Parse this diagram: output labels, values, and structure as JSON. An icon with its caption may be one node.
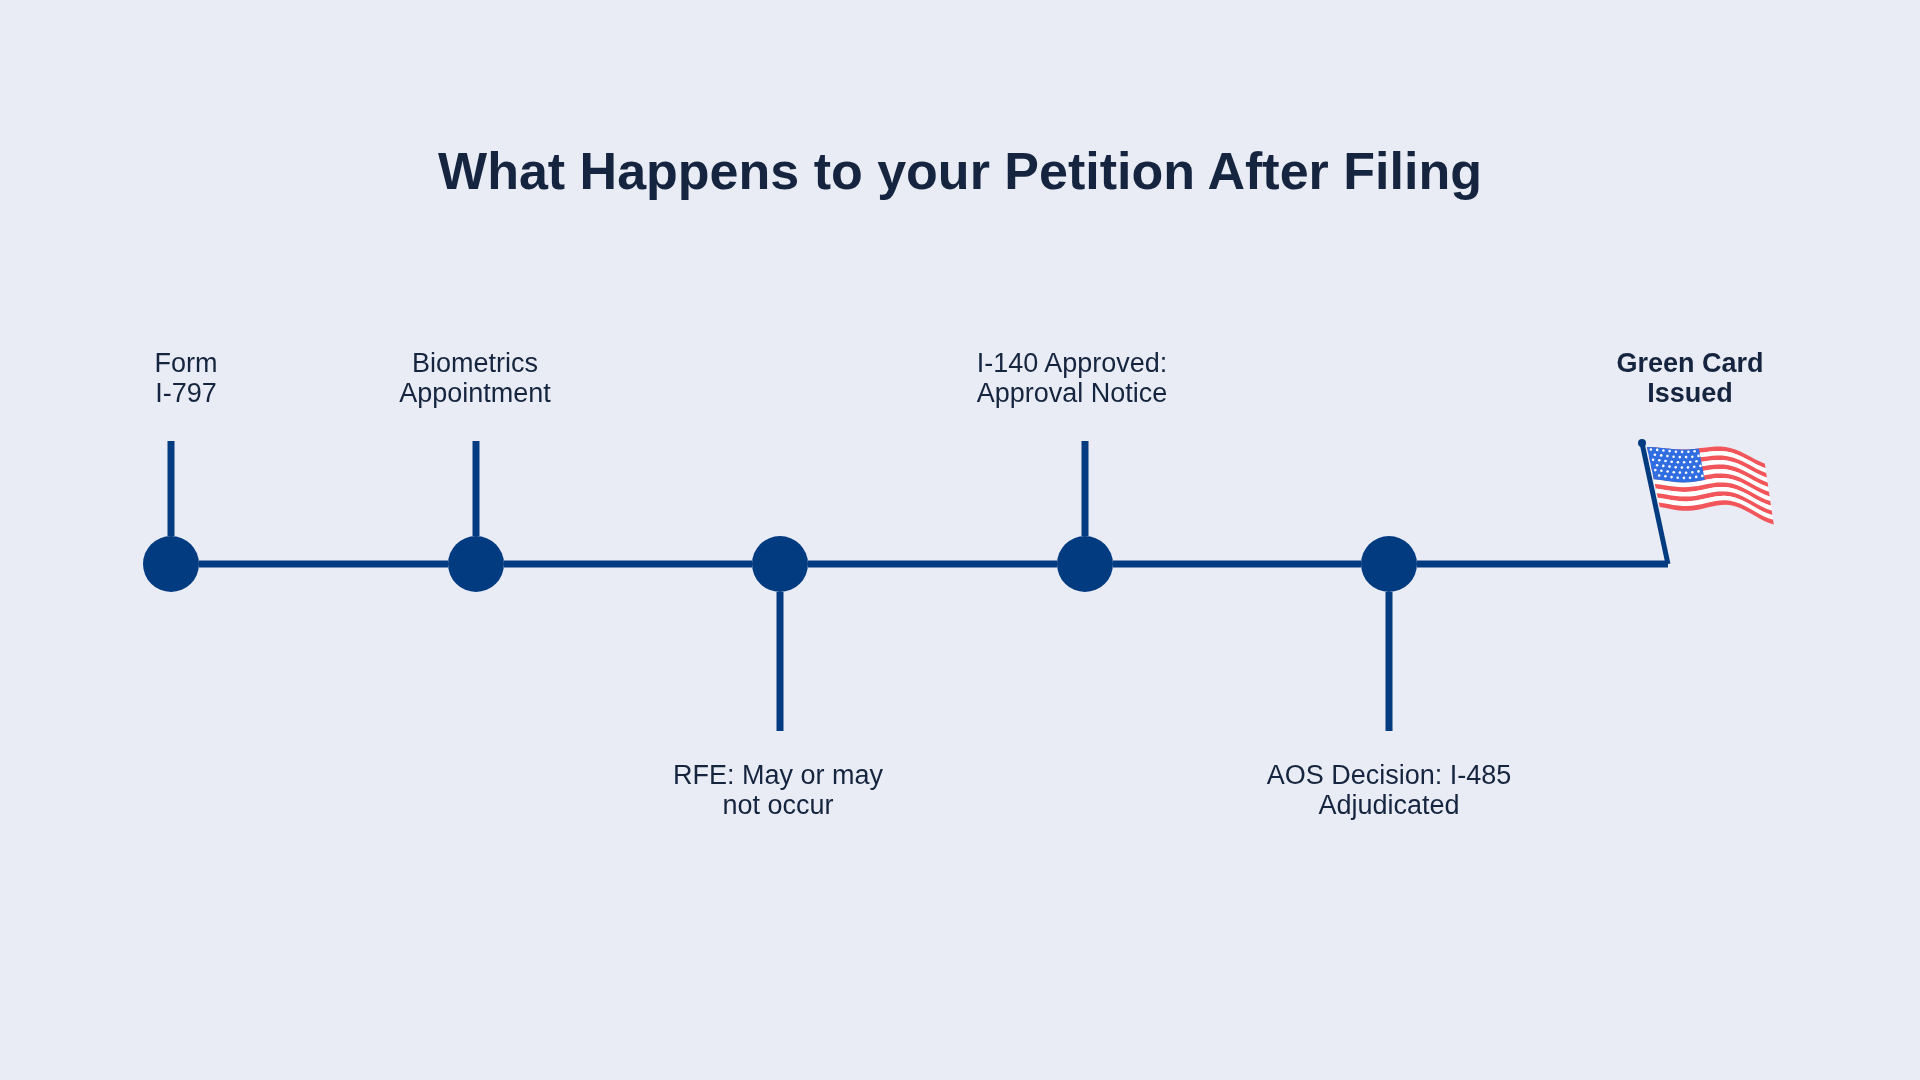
{
  "diagram": {
    "title": "What Happens to your Petition After Filing",
    "nodes": [
      {
        "text": [
          "Form I-797"
        ]
      },
      {
        "text": [],
        "shape": "circle"
      },
      {
        "text": [
          "Biometrics Appointment"
        ]
      },
      {
        "text": [],
        "shape": "circle"
      },
      {
        "text": [],
        "shape": "circle"
      },
      {
        "text": [
          "RFE: May or may not occur"
        ]
      },
      {
        "text": [
          "I-140 Approved: Approval Notice"
        ]
      },
      {
        "text": [],
        "shape": "circle"
      },
      {
        "text": [],
        "shape": "circle"
      },
      {
        "text": [
          "AOS Decision: I-485 Adjudicated"
        ]
      },
      {
        "text": [],
        "shape": "picture",
        "beside": [
          "Green Card Issued"
        ]
      }
    ],
    "edges": [
      {
        "from": 0,
        "to": 1,
        "arrow": "none"
      },
      {
        "from": 2,
        "to": 3,
        "arrow": "none"
      },
      {
        "from": 6,
        "to": 7,
        "arrow": "none"
      },
      {
        "from": 5,
        "to": 4,
        "arrow": "none"
      },
      {
        "from": 9,
        "to": 8,
        "arrow": "none"
      },
      {
        "from": 1,
        "to": 3,
        "arrow": "none"
      },
      {
        "from": 3,
        "to": 4,
        "arrow": "none"
      },
      {
        "from": 4,
        "to": 7,
        "arrow": "none"
      },
      {
        "from": 7,
        "to": 8,
        "arrow": "none"
      },
      {
        "from": 8,
        "to": 10,
        "arrow": "none"
      }
    ]
  }
}
